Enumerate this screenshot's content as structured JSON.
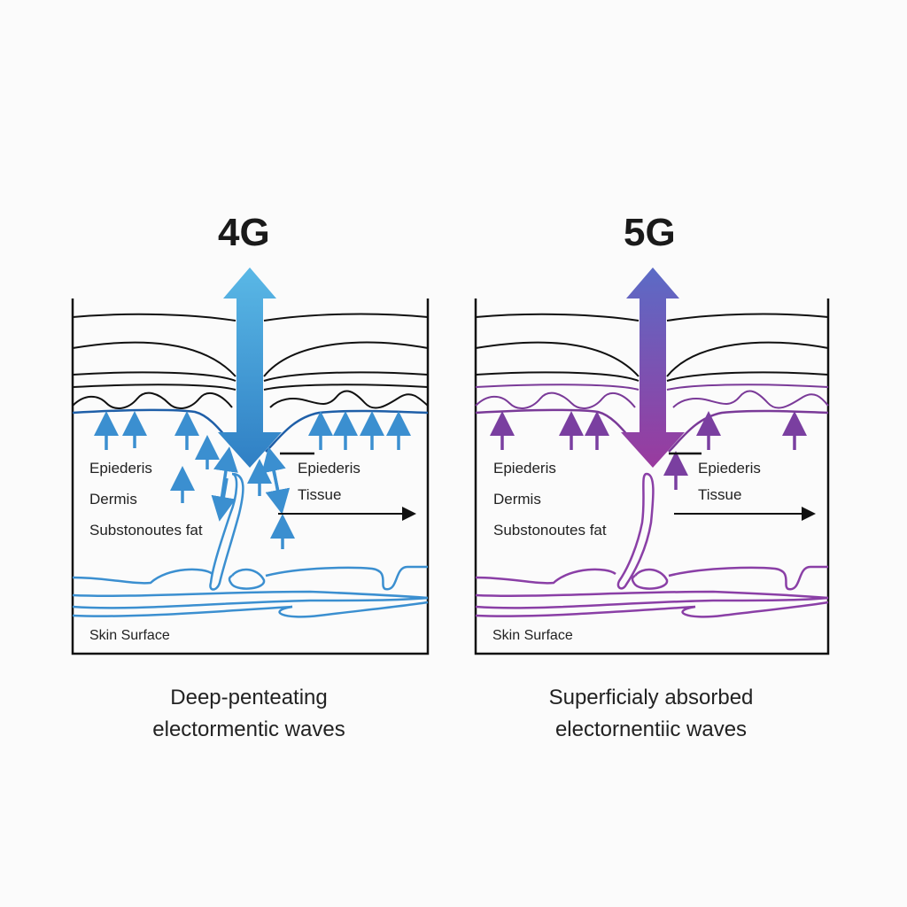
{
  "panels": [
    {
      "id": "4g",
      "title": "4G",
      "accent_color": "#3b8fd0",
      "arrow_gradient": [
        "#5ab8e6",
        "#2f7fc4"
      ],
      "labels": {
        "left": [
          "Epiederis",
          "Dermis",
          "Substonoutes fat"
        ],
        "right": [
          "Epiederis",
          "Tissue"
        ],
        "bottom": "Skin Surface"
      },
      "caption_line1": "Deep-penteating",
      "caption_line2": "electormentic waves"
    },
    {
      "id": "5g",
      "title": "5G",
      "accent_color": "#8a3fa6",
      "arrow_gradient": [
        "#5b6bc6",
        "#9a3a9e"
      ],
      "labels": {
        "left": [
          "Epiederis",
          "Dermis",
          "Substonoutes fat"
        ],
        "right": [
          "Epiederis",
          "Tissue"
        ],
        "bottom": "Skin Surface"
      },
      "caption_line1": "Superficialy absorbed",
      "caption_line2": "electornentiic waves"
    }
  ]
}
